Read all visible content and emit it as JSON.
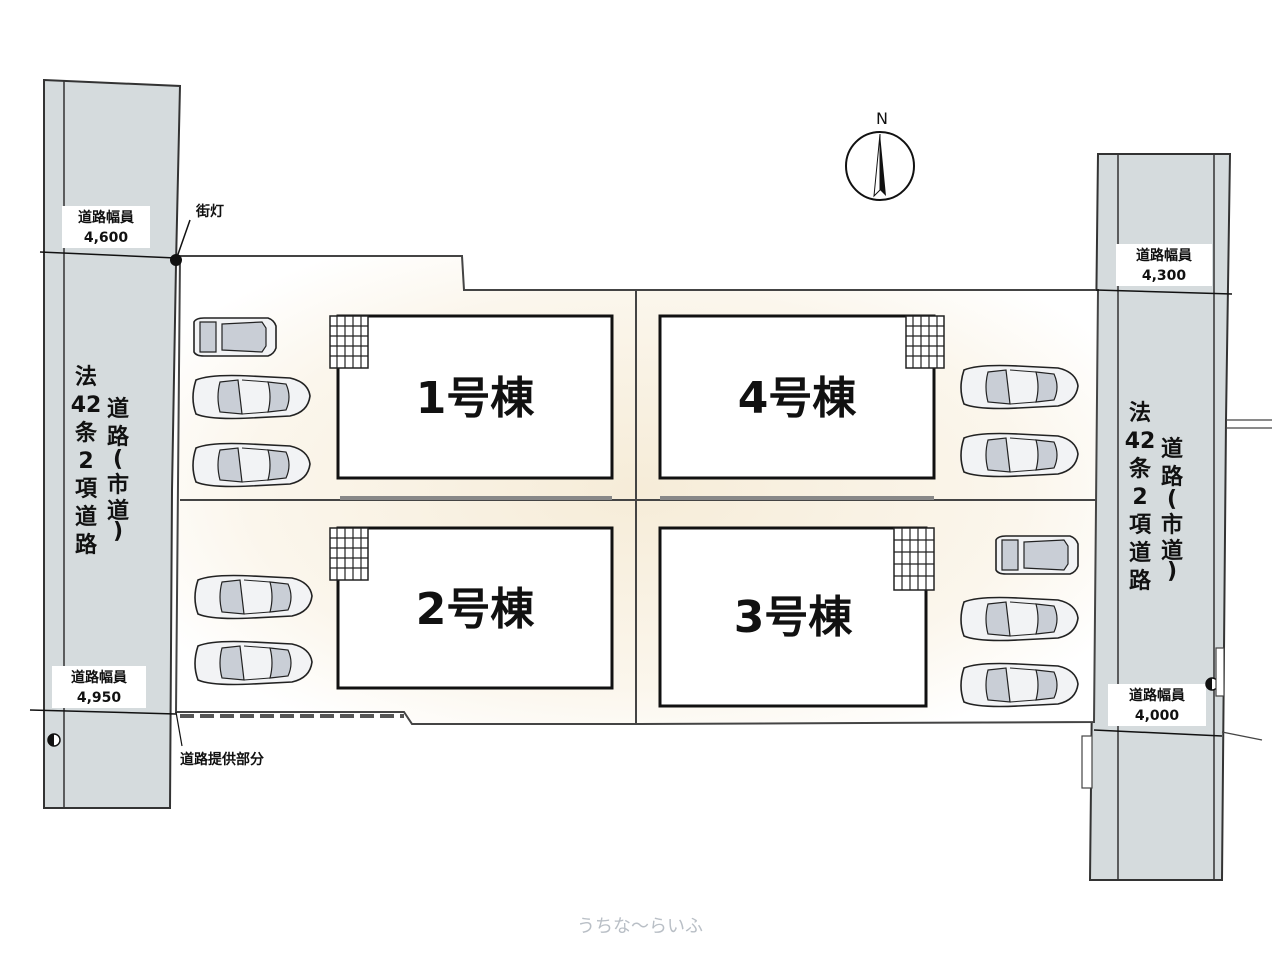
{
  "map": {
    "north_label": "N",
    "buildings": [
      {
        "id": "b1",
        "label": "1号棟"
      },
      {
        "id": "b2",
        "label": "2号棟"
      },
      {
        "id": "b3",
        "label": "3号棟"
      },
      {
        "id": "b4",
        "label": "4号棟"
      }
    ],
    "left_road": {
      "vertical_label_col1": [
        "法",
        "42",
        "条",
        "2",
        "項",
        "道",
        "路"
      ],
      "vertical_label_col2": [
        "道",
        "路",
        "(",
        "市",
        "道",
        ")"
      ],
      "width_top_title": "道路幅員",
      "width_top_value": "4,600",
      "width_bottom_title": "道路幅員",
      "width_bottom_value": "4,950"
    },
    "right_road": {
      "vertical_label_col1": [
        "法",
        "42",
        "条",
        "2",
        "項",
        "道",
        "路"
      ],
      "vertical_label_col2": [
        "道",
        "路",
        "(",
        "市",
        "道",
        ")"
      ],
      "width_top_title": "道路幅員",
      "width_top_value": "4,300",
      "width_bottom_title": "道路幅員",
      "width_bottom_value": "4,000"
    },
    "street_lamp_label": "街灯",
    "road_provision_label": "道路提供部分",
    "watermark": "うちな〜らいふ",
    "colors": {
      "road": "#d5dbdd",
      "lot_gradient_center": "#f7eedd",
      "lot_gradient_edge": "#ffffff"
    }
  }
}
